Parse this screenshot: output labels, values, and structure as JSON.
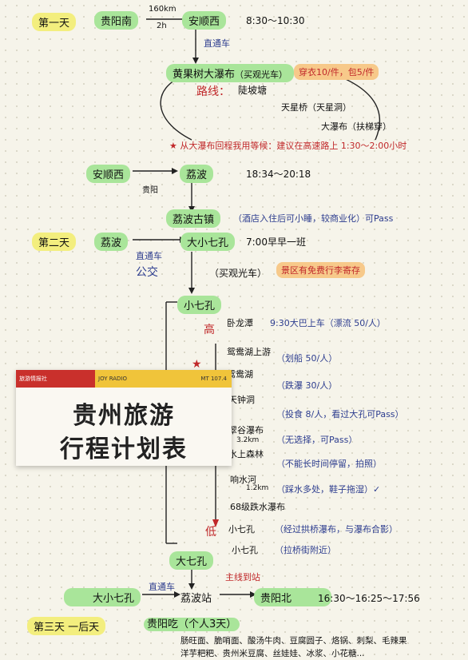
{
  "day1": {
    "label": "第一天",
    "route_from": "贵阳南",
    "route_dist": "160km",
    "route_time": "2h",
    "route_to": "安顺西",
    "time": "8:30～10:30",
    "transfer": "直通车",
    "spot": "黄果树大瀑布",
    "spot_note": "（买观光车）",
    "price": "穿衣10/件，包5/件",
    "route_label": "路线：",
    "route_a": "陡坡塘",
    "route_b": "天星桥（天星洞）",
    "route_c": "大瀑布（扶梯穿）",
    "tip": "★ 从大瀑布回程我用等候：建议在高速路上 1:30～2:00小时"
  },
  "day1_evening": {
    "from": "安顺西",
    "to": "荔波",
    "via": "贵阳",
    "time": "18:34～20:18",
    "hotel": "荔波古镇",
    "hotel_note": "（酒店入住后可小睡，较商业化）可Pass"
  },
  "day2": {
    "label": "第二天",
    "from": "荔波",
    "to": "大小七孔",
    "depart": "7:00早早一班",
    "transfer_a": "直通车",
    "transfer_b": "公交",
    "sightseeing": "（买观光车）",
    "scenic_note": "景区有免费行李寄存",
    "small_seven": "小七孔",
    "high": "高",
    "low": "低",
    "stops": [
      "卧龙潭",
      "鸳鸯湖上游",
      "鸳鸯湖",
      "天钟洞",
      "翠谷瀑布",
      "水上森林",
      "响水河",
      "68级跌水瀑布",
      "小七孔"
    ],
    "stop_notes": [
      "9:30大巴上车（漂流 50/人）",
      "（划船 50/人）",
      "（跌瀑 30/人）",
      "（投食 8/人，看过大孔可Pass）",
      "（无选择，可Pass）",
      "（不能长时间停留，拍照）",
      "（踩水多处，鞋子拖湿）✓",
      "",
      "（经过拱桥瀑布，与瀑布合影）",
      "（拉桥街附近）"
    ],
    "distances": [
      "3.2km",
      "1.2km"
    ],
    "big_seven": "大七孔",
    "bus": "主线到站",
    "ret_from": "大小七孔",
    "ret_via": "直通车",
    "ret_mid": "荔波站",
    "ret_to": "贵阳北",
    "ret_time": "16:30～16:25～17:56"
  },
  "day3": {
    "label": "第三天 一后天",
    "food_title": "贵阳吃（个人3天）",
    "foods_1": "肠旺面、脆哨面、酸汤牛肉、豆腐圆子、烙锅、刺梨、毛辣果",
    "foods_2": "洋芋粑粑、贵州米豆腐、丝娃娃、冰浆、小花糖..."
  },
  "banner": {
    "brand": "旅游情报社",
    "radio": "JOY RADIO",
    "freq": "MT 107.4",
    "title_1": "贵州旅游",
    "title_2": "行程计划表"
  }
}
